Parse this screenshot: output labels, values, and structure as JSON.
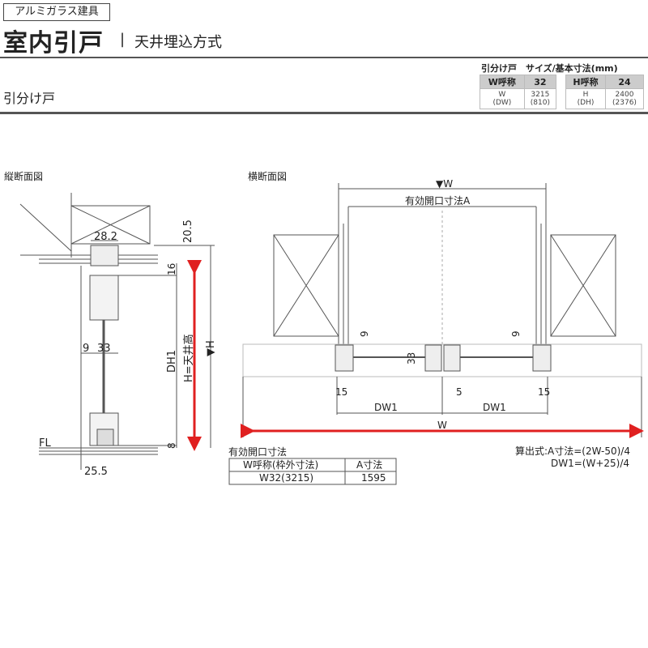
{
  "header": {
    "category": "アルミガラス建具",
    "title": "室内引戸",
    "separator": "|",
    "subtitle": "天井埋込方式",
    "door_type": "引分け戸"
  },
  "spec": {
    "title": "引分け戸　サイズ/基本寸法(mm)",
    "w_label": "W呼称",
    "w_value": "32",
    "h_label": "H呼称",
    "h_value": "24",
    "w_sub": "W",
    "w_sub2": "(DW)",
    "w_dim": "3215",
    "w_dim2": "(810)",
    "h_sub": "H",
    "h_sub2": "(DH)",
    "h_dim": "2400",
    "h_dim2": "(2376)"
  },
  "vertical": {
    "title": "縦断面図",
    "d_28_2": "28.2",
    "d_20_5": "20.5",
    "d_16": "16",
    "d_9": "9",
    "d_33": "33",
    "dh1": "DH1",
    "h_ceiling": "H=天井高",
    "h": "▼H",
    "fl": "FL",
    "d_8": "8",
    "d_25_5": "25.5"
  },
  "horizontal": {
    "title": "横断面図",
    "w_top": "▼W",
    "opening": "有効開口寸法A",
    "d_9a": "9",
    "d_9b": "9",
    "d_33": "33",
    "d_15a": "15",
    "d_15b": "15",
    "d_5": "5",
    "dw1a": "DW1",
    "dw1b": "DW1",
    "w": "W"
  },
  "opening_table": {
    "title": "有効開口寸法",
    "headers": [
      "W呼称(枠外寸法)",
      "A寸法"
    ],
    "rows": [
      [
        "W32(3215)",
        "1595"
      ]
    ]
  },
  "formula": {
    "line1": "算出式:A寸法=(2W-50)/4",
    "line2": "DW1=(W+25)/4"
  },
  "colors": {
    "accent": "#e02020"
  }
}
